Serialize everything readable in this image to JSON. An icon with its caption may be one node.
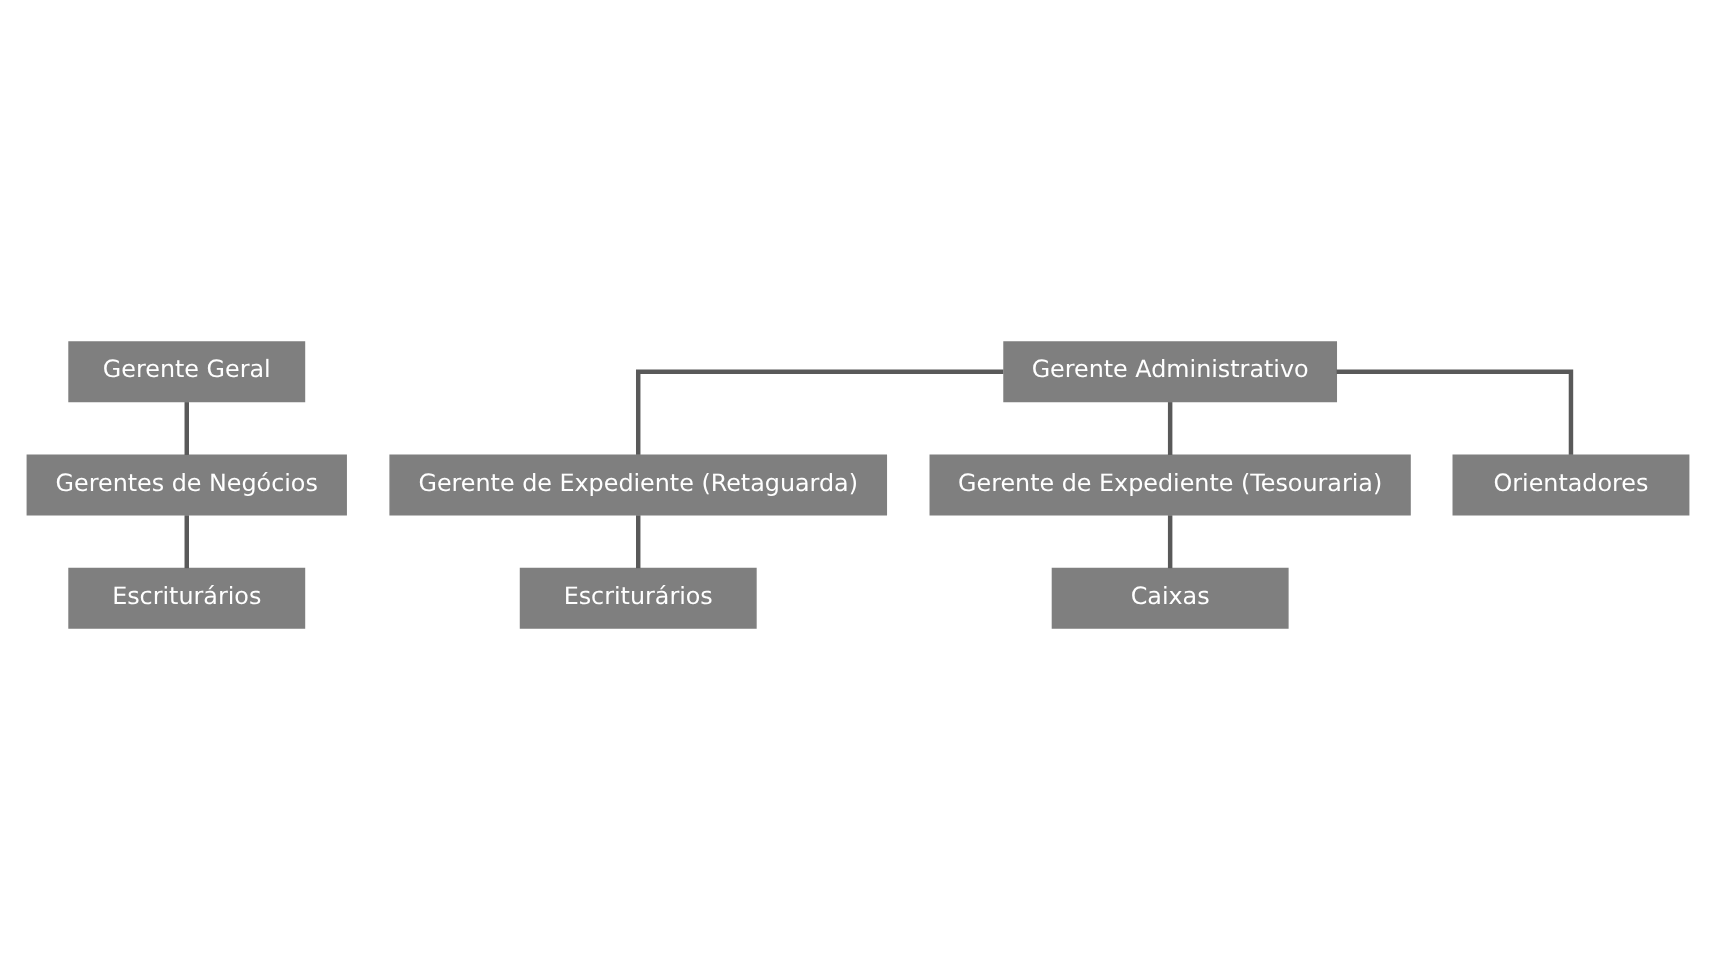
{
  "diagram": {
    "nodes": [
      {
        "text": [
          "Gerente Geral"
        ]
      },
      {
        "text": [
          "Gerentes de Negócios"
        ]
      },
      {
        "text": [
          "Escriturários"
        ]
      },
      {
        "text": [
          "Gerente Administrativo"
        ]
      },
      {
        "text": [
          "Gerente de Expediente (Retaguarda)"
        ]
      },
      {
        "text": [
          "Gerente de Expediente (Tesouraria)"
        ]
      },
      {
        "text": [
          "Caixas"
        ]
      },
      {
        "text": [
          "Escriturários"
        ]
      },
      {
        "text": [
          "Orientadores"
        ]
      }
    ],
    "edges": [
      {
        "from": 0,
        "to": 1,
        "arrow": "none"
      },
      {
        "from": 1,
        "to": 2,
        "arrow": "none"
      },
      {
        "from": 3,
        "to": 4,
        "arrow": "none"
      },
      {
        "from": 3,
        "to": 5,
        "arrow": "none"
      },
      {
        "from": 3,
        "to": 8,
        "arrow": "none"
      },
      {
        "from": 4,
        "to": 7,
        "arrow": "none"
      },
      {
        "from": 5,
        "to": 6,
        "arrow": "none"
      }
    ]
  }
}
